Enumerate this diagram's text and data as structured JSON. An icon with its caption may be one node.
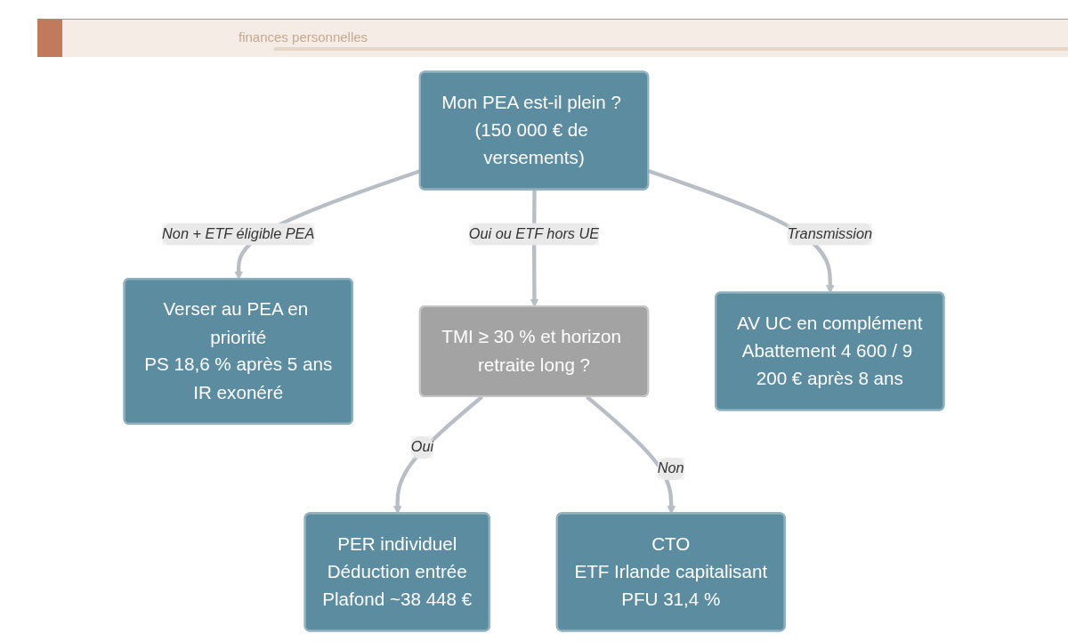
{
  "diagram": {
    "nodes": [
      {
        "text": [
          "Mon PEA est-il plein ? (150 000 € de versements)"
        ]
      },
      {
        "text": [
          "Verser au PEA en priorité",
          "PS 18,6 % après 5 ans",
          "IR exonéré"
        ]
      },
      {
        "text": [
          "TMI ≥ 30 % et horizon retraite long ?"
        ]
      },
      {
        "text": [
          "AV UC en complément",
          "Abattement 4 600 / 9 200 € après 8 ans"
        ]
      },
      {
        "text": [
          "PER individuel",
          "Déduction entrée",
          "Plafond ~38 448 €"
        ]
      },
      {
        "text": [
          "CTO",
          "ETF Irlande capitalisant",
          "PFU 31,4 %"
        ]
      }
    ],
    "edges": [
      {
        "from": 0,
        "to": 1,
        "arrow": "to",
        "label": "Non + ETF éligible PEA"
      },
      {
        "from": 0,
        "to": 2,
        "arrow": "to",
        "label": "Oui ou ETF hors UE"
      },
      {
        "from": 0,
        "to": 3,
        "arrow": "to",
        "label": "Transmission"
      },
      {
        "from": 2,
        "to": 4,
        "arrow": "to",
        "label": "Oui"
      },
      {
        "from": 2,
        "to": 5,
        "arrow": "to",
        "label": "Non"
      }
    ],
    "labels": [
      "finances personnelles"
    ]
  }
}
